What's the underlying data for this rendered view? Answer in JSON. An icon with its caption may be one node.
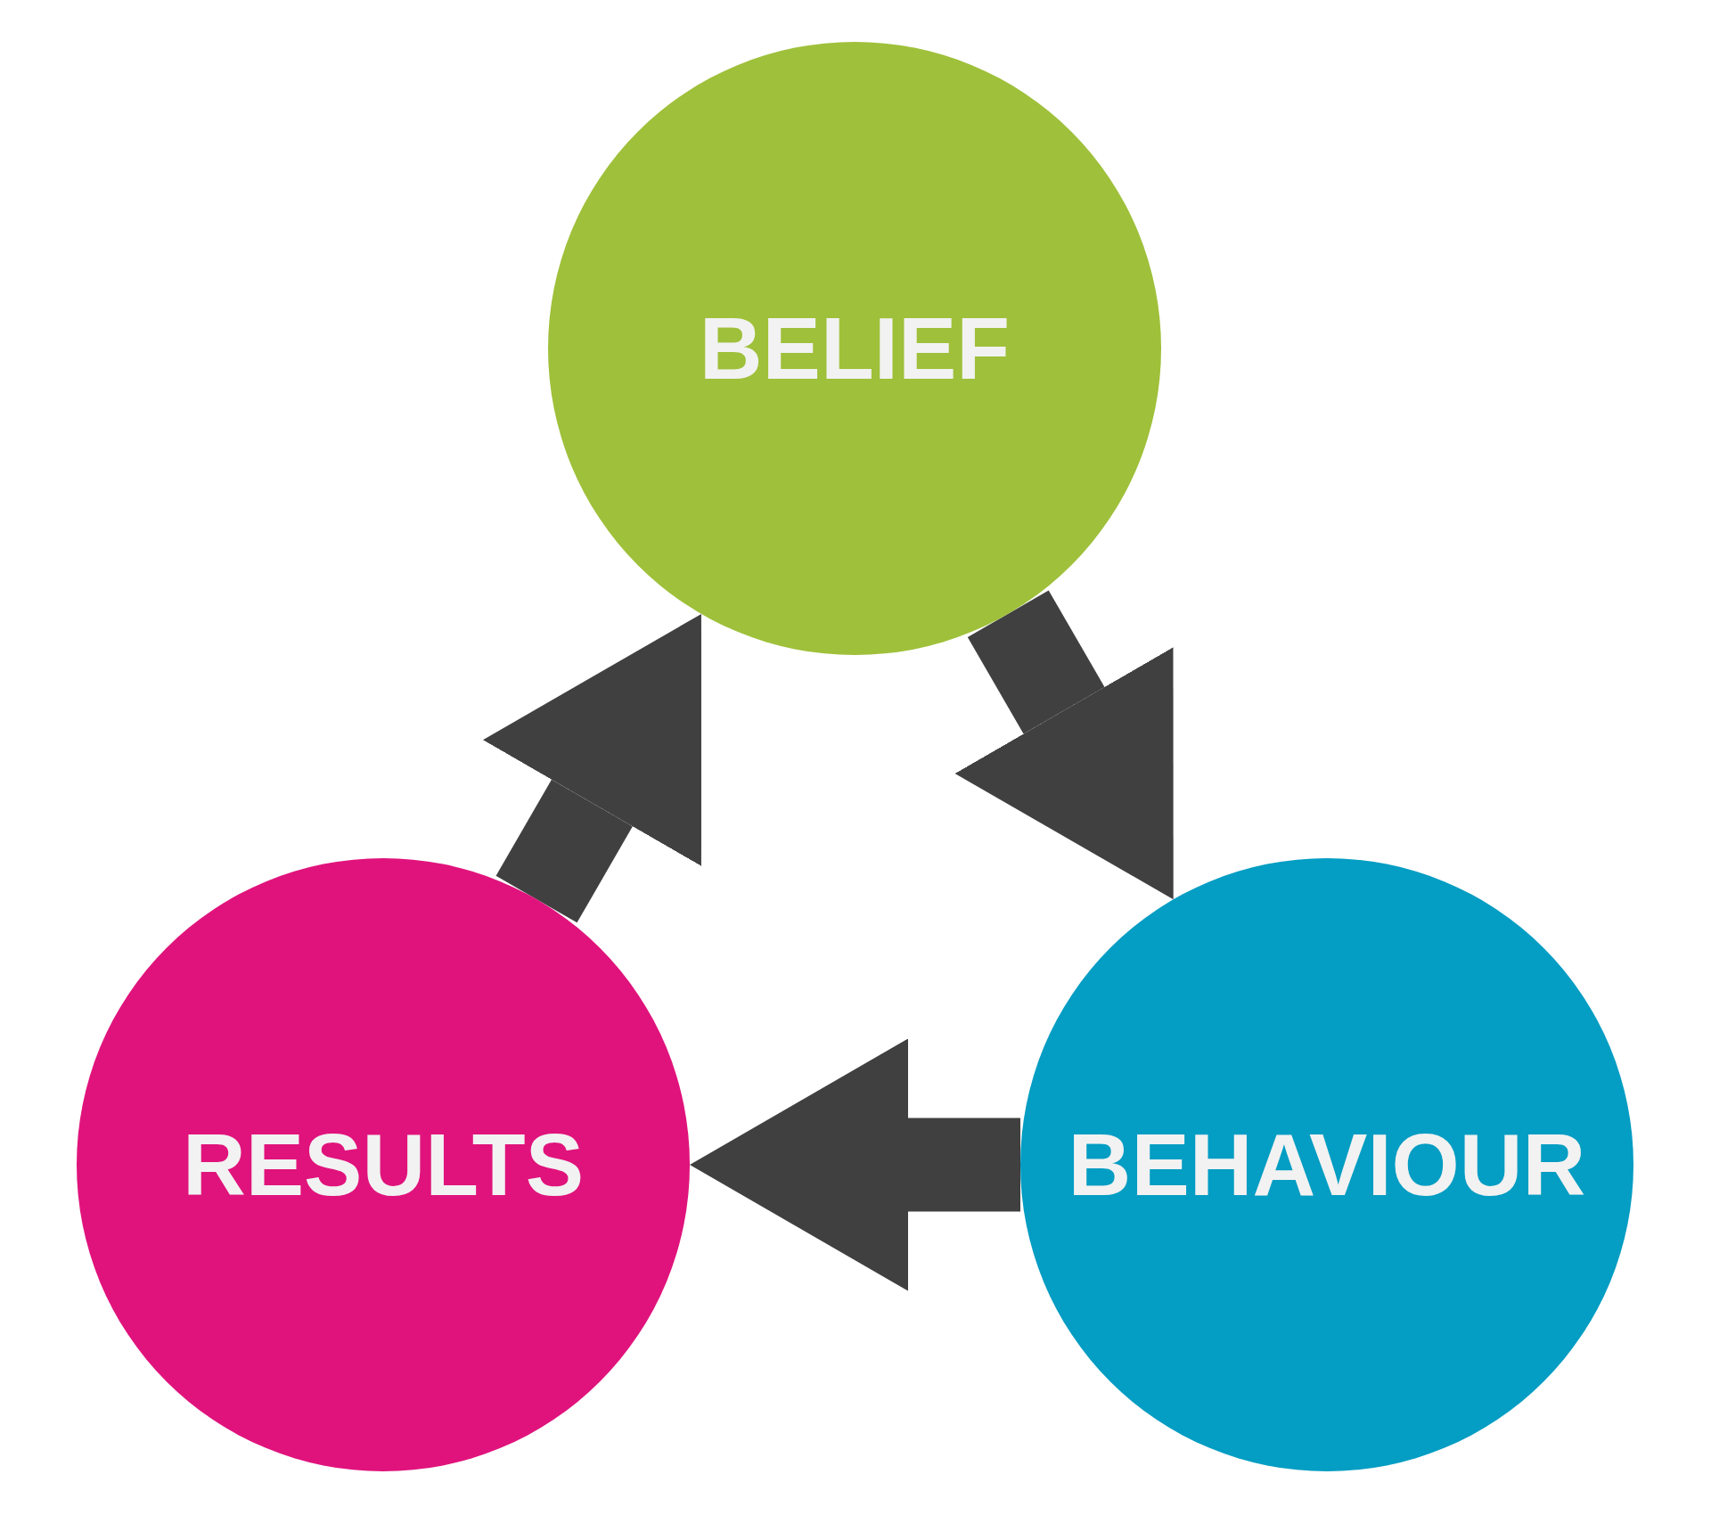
{
  "diagram": {
    "nodes": [
      {
        "text": [
          "BELIEF"
        ]
      },
      {
        "text": [
          "BEHAVIOUR"
        ]
      },
      {
        "text": [
          "RESULTS"
        ]
      }
    ],
    "edges": [
      {
        "from": 0,
        "to": 1,
        "arrow": "to"
      },
      {
        "from": 1,
        "to": 2,
        "arrow": "to"
      },
      {
        "from": 2,
        "to": 0,
        "arrow": "to"
      }
    ]
  }
}
